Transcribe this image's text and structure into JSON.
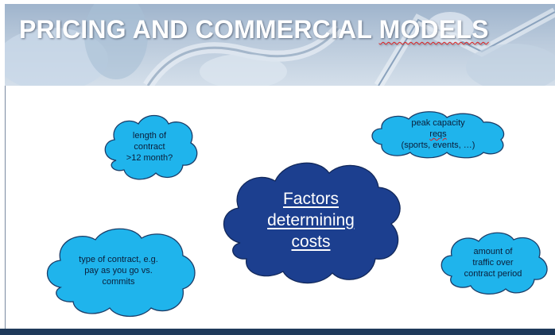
{
  "slide": {
    "title_part1": "PRICING AND COMMERCIAL ",
    "title_part2": "MODELS",
    "center_cloud": {
      "line1": "Factors",
      "line2": "determining",
      "line3": "costs"
    },
    "clouds": {
      "contract_length": {
        "line1": "length of",
        "line2": "contract",
        "line3": ">12 month?"
      },
      "peak_capacity": {
        "line1_a": "peak capacity ",
        "line1_b": "reqs",
        "line2": "(sports, events, …)"
      },
      "contract_type": {
        "line1": "type of contract, e.g.",
        "line2": "pay as you go vs.",
        "line3": "commits"
      },
      "traffic_amount": {
        "line1": "amount of",
        "line2": "traffic over",
        "line3": "contract period"
      }
    },
    "colors": {
      "cloud_fill": "#1fb4ec",
      "cloud_stroke": "#1b3d68",
      "center_fill": "#1c3f8f",
      "bottom_bar": "#1f3a5a"
    }
  }
}
